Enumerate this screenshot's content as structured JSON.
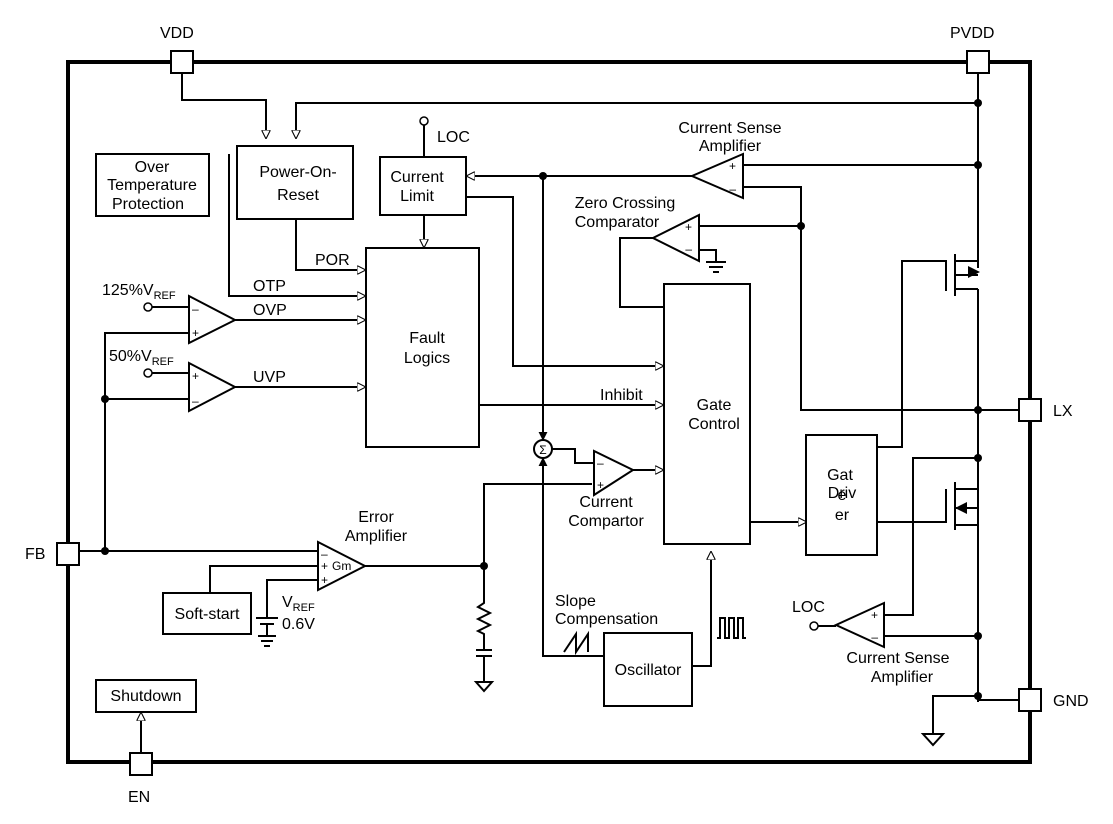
{
  "pins": {
    "vdd": "VDD",
    "pvdd": "PVDD",
    "lx": "LX",
    "gnd": "GND",
    "fb": "FB",
    "en": "EN"
  },
  "blocks": {
    "otp_box": [
      "Over",
      "Temperature",
      "Protection"
    ],
    "por_box": [
      "Power-On-",
      "Reset"
    ],
    "current_limit": [
      "Current",
      "Limit"
    ],
    "fault_logics": [
      "Fault",
      "Logics"
    ],
    "gate_control": [
      "Gate",
      "Control"
    ],
    "gate_driver": [
      "Gat",
      "e",
      "Driv",
      "er"
    ],
    "oscillator": "Oscillator",
    "soft_start": "Soft-start",
    "shutdown": "Shutdown"
  },
  "signals": {
    "loc_top": "LOC",
    "loc_bottom": "LOC",
    "por": "POR",
    "otp": "OTP",
    "ovp": "OVP",
    "uvp": "UVP",
    "inhibit": "Inhibit",
    "ovp_ref_pre": "125%V",
    "uvp_ref_pre": "50%V",
    "ref_sub": "REF",
    "vref_main": "V",
    "vref_sub": "REF",
    "vref_val": "0.6V",
    "gm": "Gm"
  },
  "labels": {
    "cs_amp_top": [
      "Current Sense",
      "Amplifier"
    ],
    "zc_comp": [
      "Zero Crossing",
      "Comparator"
    ],
    "err_amp": [
      "Error",
      "Amplifier"
    ],
    "cur_comp": [
      "Current",
      "Compartor"
    ],
    "slope_comp": [
      "Slope",
      "Compensation"
    ],
    "cs_amp_bottom": [
      "Current Sense",
      "Amplifier"
    ]
  },
  "opamp_signs": {
    "plus": "+",
    "minus": "-",
    "sum": "Σ"
  }
}
